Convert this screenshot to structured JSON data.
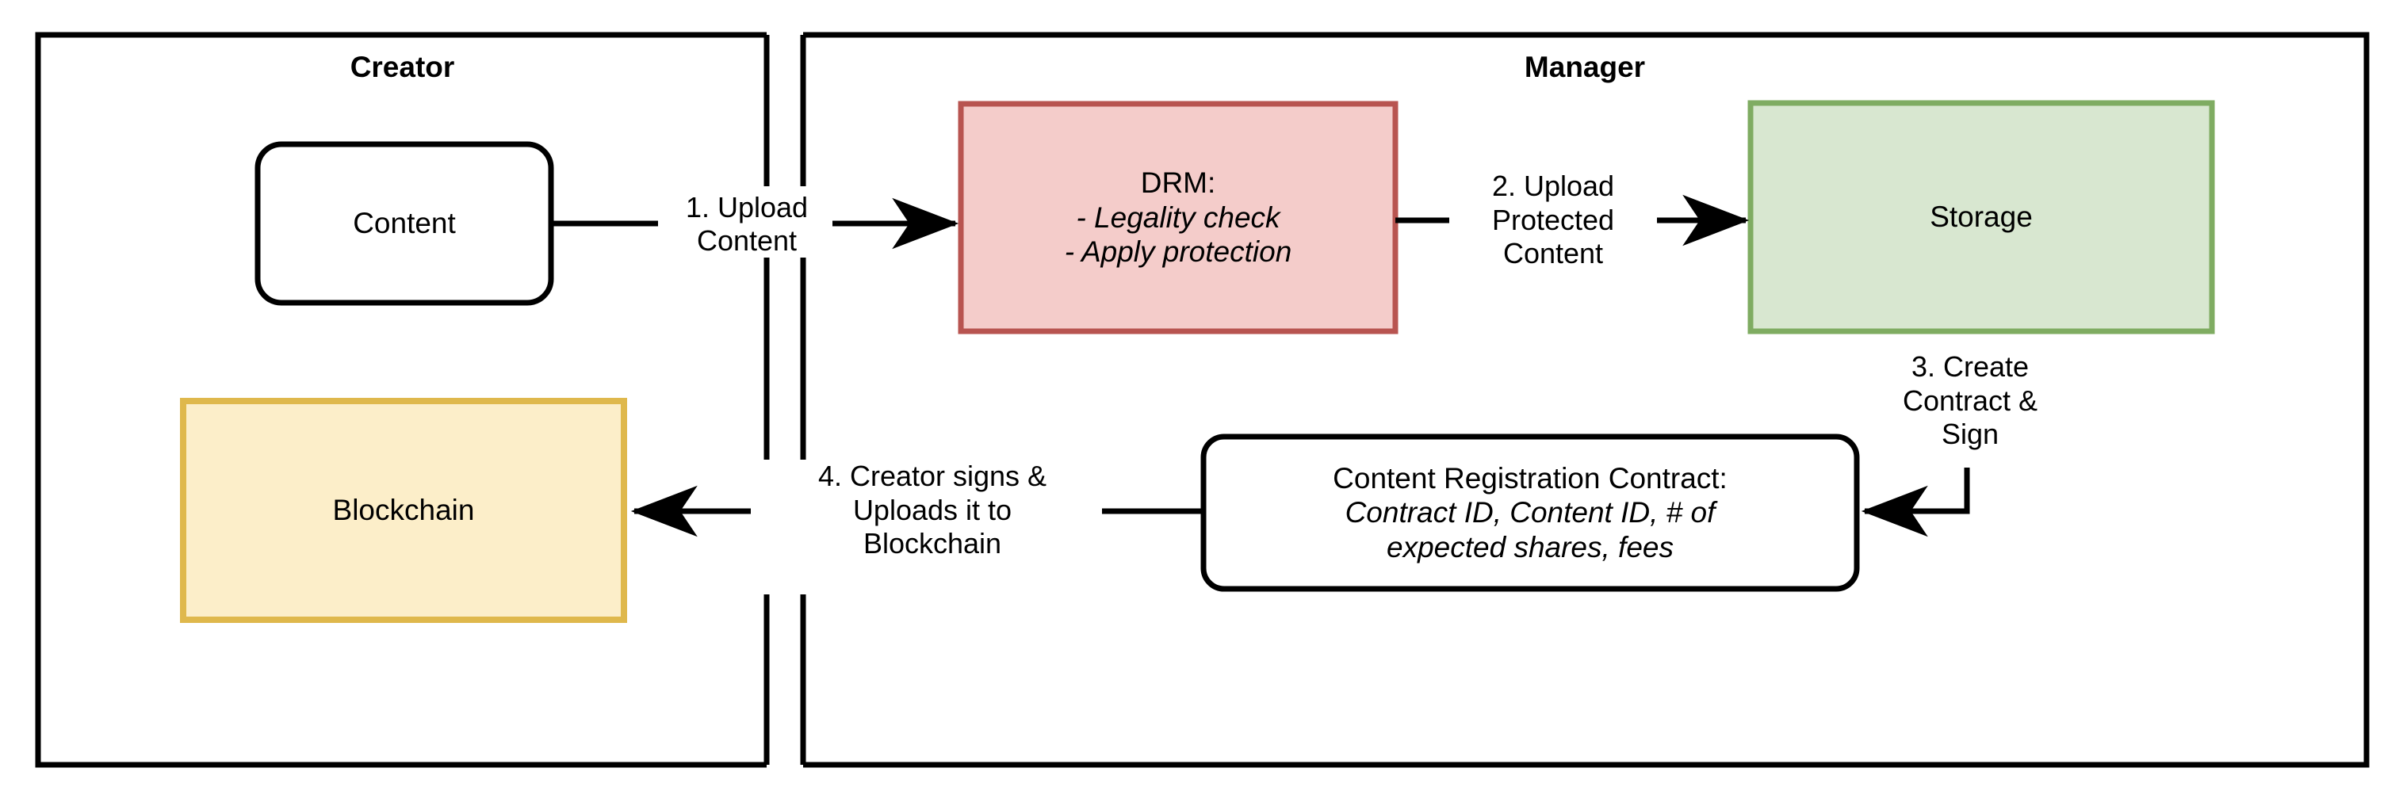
{
  "diagram": {
    "title_creator": "Creator",
    "title_manager": "Manager",
    "panels": [
      {
        "name": "creator",
        "label": "Creator"
      },
      {
        "name": "manager",
        "label": "Manager"
      }
    ],
    "nodes": {
      "content": {
        "label": "Content",
        "shape": "rounded-rect",
        "fill": "#ffffff",
        "stroke": "#000000"
      },
      "drm": {
        "title": "DRM:",
        "line1": "- Legality check",
        "line2": "- Apply protection",
        "shape": "rect",
        "fill": "#f4ccca",
        "stroke": "#b85450"
      },
      "storage": {
        "label": "Storage",
        "shape": "rect",
        "fill": "#d8e7d0",
        "stroke": "#7fac62"
      },
      "blockchain": {
        "label": "Blockchain",
        "shape": "rect",
        "fill": "#fceec9",
        "stroke": "#dfb84c"
      },
      "contract": {
        "title": "Content Registration Contract:",
        "line1": "Contract ID, Content ID, # of",
        "line2": "expected shares, fees",
        "shape": "rounded-rect",
        "fill": "#ffffff",
        "stroke": "#000000"
      }
    },
    "edges": [
      {
        "id": "e1",
        "step": "1.",
        "line1": "1. Upload",
        "line2": "Content",
        "from": "content",
        "to": "drm"
      },
      {
        "id": "e2",
        "step": "2.",
        "line1": "2. Upload",
        "line2": "Protected",
        "line3": "Content",
        "from": "drm",
        "to": "storage"
      },
      {
        "id": "e3",
        "step": "3.",
        "line1": "3. Create",
        "line2": "Contract &",
        "line3": "Sign",
        "from": "storage",
        "to": "contract"
      },
      {
        "id": "e4",
        "step": "4.",
        "line1": "4. Creator signs &",
        "line2": "Uploads it to",
        "line3": "Blockchain",
        "from": "contract",
        "to": "blockchain"
      }
    ]
  }
}
